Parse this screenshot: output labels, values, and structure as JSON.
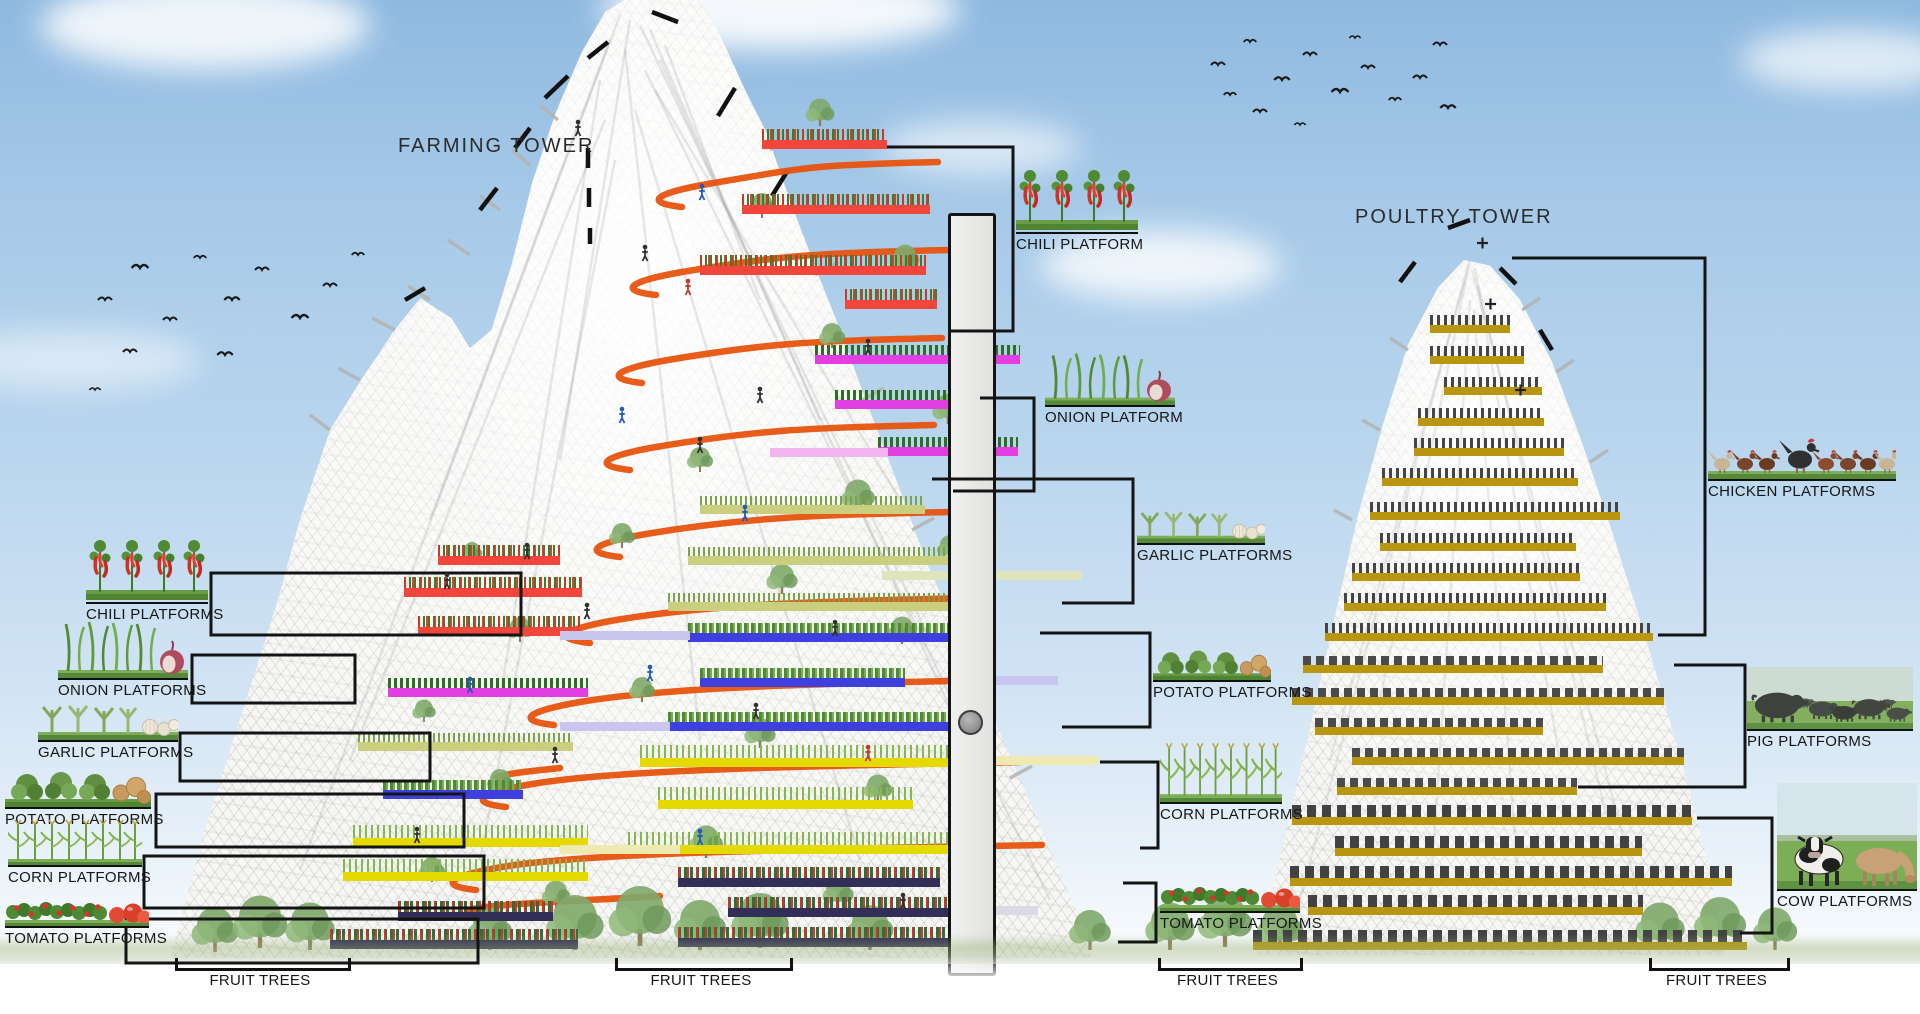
{
  "labels": {
    "farming_tower": "FARMING TOWER",
    "poultry_tower": "POULTRY TOWER",
    "left": [
      "CHILI PLATFORMS",
      "ONION PLATFORMS",
      "GARLIC PLATFORMS",
      "POTATO PLATFORMS",
      "CORN PLATFORMS",
      "TOMATO PLATFORMS"
    ],
    "right": [
      "CHILI PLATFORM",
      "ONION PLATFORM",
      "GARLIC PLATFORMS",
      "POTATO PLATFORMS",
      "CORN PLATFORMS",
      "TOMATO PLATFORMS"
    ],
    "poultry": [
      "CHICKEN PLATFORMS",
      "PIG PLATFORMS",
      "COW PLATFORMS"
    ],
    "fruit_trees": [
      "FRUIT TREES",
      "FRUIT TREES",
      "FRUIT TREES",
      "FRUIT TREES"
    ]
  },
  "colors": {
    "chili": "#f2453c",
    "onion": "#e23ee2",
    "garlic": "#c9cf7f",
    "potato": "#3f3fdd",
    "corn": "#e5da00",
    "tomato": "#332e57",
    "poultry_gold": "#b8960f",
    "ramp_orange": "#e8540f",
    "callout_black": "#141414",
    "sky_blue": "#a6c9e8",
    "grass_green": "#7fae5a"
  }
}
